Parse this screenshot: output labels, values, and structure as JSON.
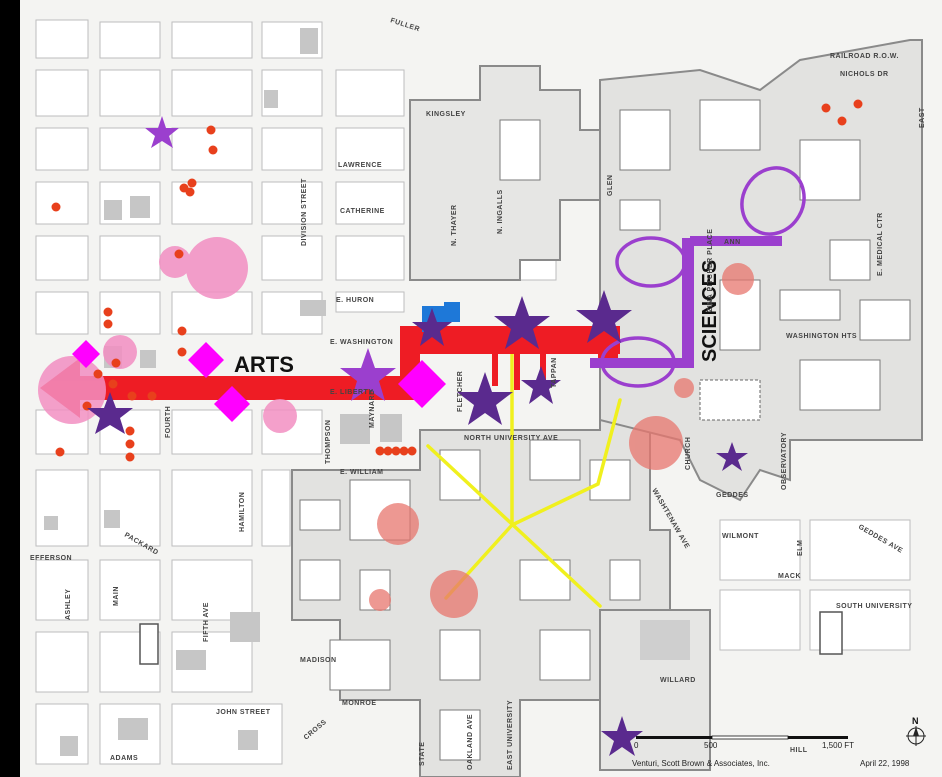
{
  "map": {
    "district_labels": {
      "arts": "ARTS",
      "sciences": "SCIENCES"
    },
    "streets": {
      "kingsley": "KINGSLEY",
      "lawrence": "LAWRENCE",
      "catherine": "CATHERINE",
      "division": "DIVISION STREET",
      "huron": "E. HURON",
      "washington": "E. WASHINGTON",
      "liberty": "E. LIBERTY",
      "william": "E. WILLIAM",
      "n_university": "NORTH UNIVERSITY AVE",
      "packard": "PACKARD",
      "jefferson": "EFFERSON",
      "main": "MAIN",
      "ashley": "ASHLEY",
      "fourth": "FOURTH",
      "fifth": "FIFTH AVE",
      "hamilton": "HAMILTON",
      "thompson": "THOMPSON",
      "maynard": "MAYNARD",
      "madison": "MADISON",
      "monroe": "MONROE",
      "john": "JOHN STREET",
      "adams": "ADAMS",
      "cross": "CROSS",
      "thayer": "N. THAYER",
      "ingalls": "N. INGALLS",
      "fletcher": "FLETCHER",
      "state": "STATE",
      "east_u": "EAST UNIVERSITY",
      "church": "CHURCH",
      "observatory": "OBSERVATORY",
      "geddes": "GEDDES",
      "geddes_ave": "GEDDES AVE",
      "wilmont": "WILMONT",
      "elm": "ELM",
      "mack": "MACK",
      "south_u": "SOUTH UNIVERSITY",
      "washington_hts": "WASHINGTON HTS",
      "ann": "ANN",
      "railroad": "RAILROAD R.O.W.",
      "nichols": "NICHOLS DR",
      "fuller": "FULLER",
      "glen": "GLEN",
      "zina": "ZINA PITCHER PLACE",
      "e_medical": "E. MEDICAL CTR",
      "willard": "WILLARD",
      "washtenaw": "WASHTENAW AVE",
      "oakland": "OAKLAND AVE",
      "tappan": "TAPPAN",
      "hill": "HILL",
      "east": "EAST"
    },
    "scale": {
      "zero": "0",
      "mid": "500",
      "end": "1,500 FT"
    },
    "north": "N",
    "credit": "Venturi, Scott Brown & Associates, Inc.",
    "date": "April 22, 1998",
    "colors": {
      "arts": "#ee1c24",
      "sciences": "#9b3fce",
      "star": "#5a2a8e",
      "diamond": "#ff00ff",
      "pink_circle": "#f28fc2",
      "salmon_circle": "#e8766e",
      "orange_dot": "#e8401c",
      "diagonal": "#f0f01e",
      "blue_building": "#1e78d8"
    }
  }
}
